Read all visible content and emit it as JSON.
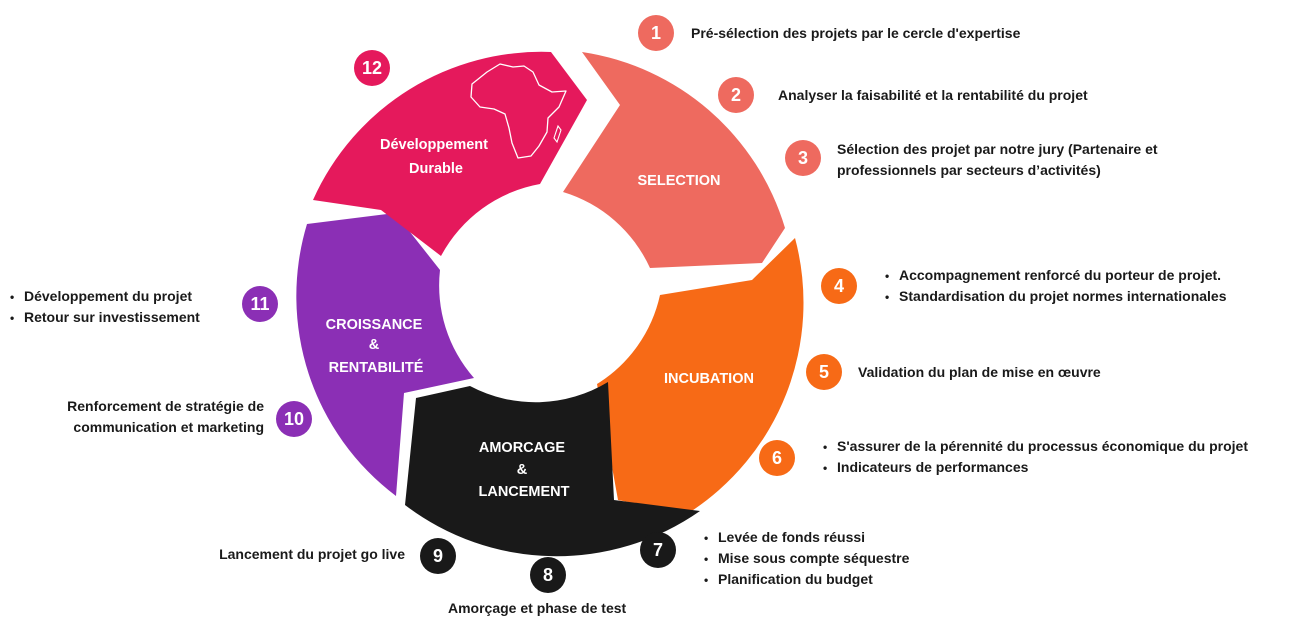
{
  "colors": {
    "selection": "#EE6A5F",
    "incubation": "#F76A16",
    "amorcage": "#191919",
    "croissance": "#8B2FB5",
    "durable": "#E5195C"
  },
  "segments": {
    "selection": [
      "SELECTION"
    ],
    "incubation": [
      "INCUBATION"
    ],
    "amorcage": [
      "AMORCAGE",
      "&",
      "LANCEMENT"
    ],
    "croissance": [
      "CROISSANCE",
      "&",
      "RENTABILITÉ"
    ],
    "durable": [
      "Développement",
      "Durable"
    ]
  },
  "africa_icon": "africa-map-icon",
  "steps": [
    {
      "n": "1",
      "text": "Pré-sélection des projets par le cercle d'expertise"
    },
    {
      "n": "2",
      "text": "Analyser la faisabilité et la rentabilité du projet"
    },
    {
      "n": "3",
      "lines": [
        "Sélection des projet par notre jury (Partenaire et",
        "professionnels par secteurs d’activités)"
      ]
    },
    {
      "n": "4",
      "bullets": [
        "Accompagnement renforcé du porteur de projet.",
        "Standardisation du projet normes internationales"
      ]
    },
    {
      "n": "5",
      "text": "Validation du plan de mise en œuvre"
    },
    {
      "n": "6",
      "bullets": [
        "S'assurer de la pérennité du processus économique du projet",
        "Indicateurs de performances"
      ]
    },
    {
      "n": "7",
      "bullets": [
        "Levée de fonds réussi",
        "Mise sous compte séquestre",
        "Planification du budget"
      ]
    },
    {
      "n": "8",
      "text": "Amorçage et phase de test"
    },
    {
      "n": "9",
      "text": "Lancement du projet go live"
    },
    {
      "n": "10",
      "lines": [
        "Renforcement de stratégie de",
        "communication et marketing"
      ]
    },
    {
      "n": "11",
      "bullets": [
        "Développement du projet",
        "Retour sur investissement"
      ]
    },
    {
      "n": "12"
    }
  ]
}
